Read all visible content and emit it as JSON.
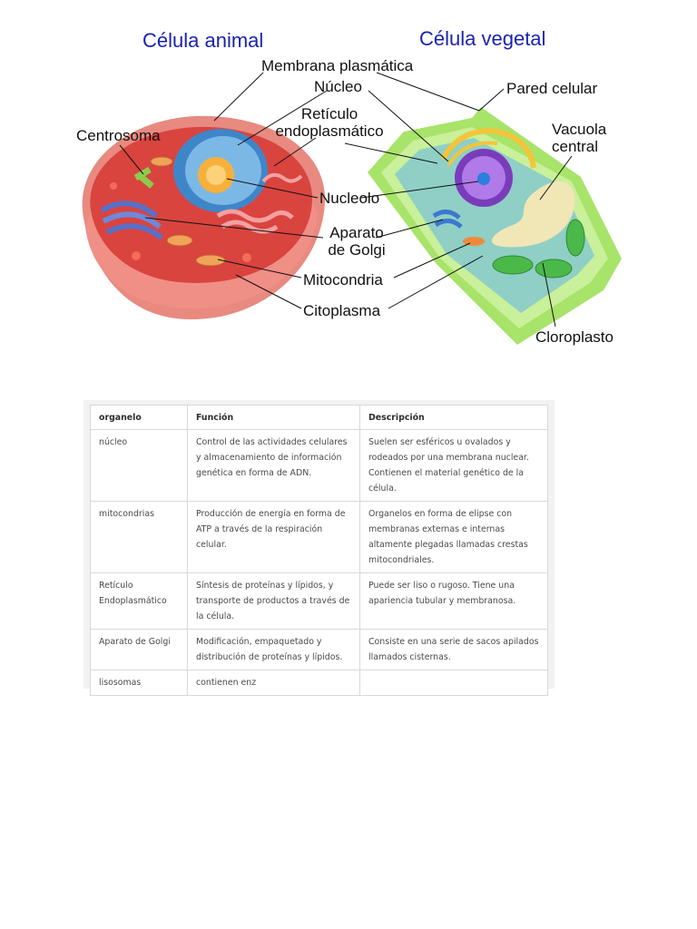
{
  "diagram": {
    "title_animal": "Célula animal",
    "title_plant": "Célula vegetal",
    "labels": {
      "membrana": "Membrana plasmática",
      "nucleo": "Núcleo",
      "reticulo_1": "Retículo",
      "reticulo_2": "endoplasmático",
      "centrosoma": "Centrosoma",
      "nucleolo": "Nucleolo",
      "aparato_1": "Aparato",
      "aparato_2": "de Golgi",
      "mitocondria": "Mitocondria",
      "citoplasma": "Citoplasma",
      "pared": "Pared celular",
      "vacuola_1": "Vacuola",
      "vacuola_2": "central",
      "cloroplasto": "Cloroplasto"
    },
    "colors": {
      "title": "#1a23b0",
      "animal_cell": "#e8504f",
      "nucleus": "#4f9fd8",
      "plant_wall": "#8fdc4f",
      "vacuole": "#f1e6b5",
      "plant_nucleus": "#9a58d6"
    }
  },
  "table": {
    "headers": [
      "organelo",
      "Función",
      "Descripción"
    ],
    "rows": [
      [
        "núcleo",
        "Control de las actividades celulares y almacenamiento de información genética en forma de ADN.",
        "Suelen ser esféricos u ovalados y rodeados por una membrana nuclear. Contienen el material genético de la célula."
      ],
      [
        "mitocondrias",
        "Producción de energía en forma de ATP a través de la respiración celular.",
        "Organelos en forma de elipse con membranas externas e internas altamente plegadas llamadas crestas mitocondriales."
      ],
      [
        "Retículo Endoplasmático",
        "Síntesis de proteínas y lípidos, y transporte de productos a través de la célula.",
        "Puede ser liso o rugoso. Tiene una apariencia tubular y membranosa."
      ],
      [
        "Aparato de Golgi",
        "Modificación, empaquetado y distribución de proteínas y lípidos.",
        "Consiste en una serie de sacos apilados llamados cisternas."
      ],
      [
        "lisosomas",
        "contienen enz",
        ""
      ]
    ]
  }
}
